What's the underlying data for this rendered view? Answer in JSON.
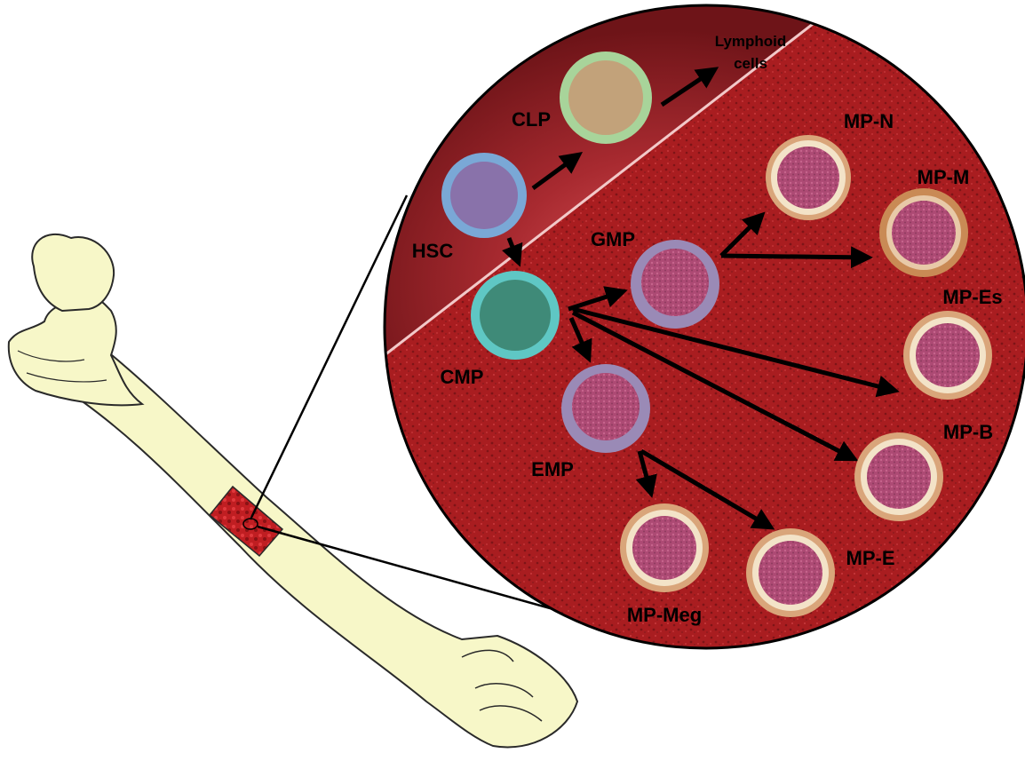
{
  "colors": {
    "bone_fill": "#f7f7c8",
    "bone_outline": "#2a2a2a",
    "marrow_red": "#a91d20",
    "marrow_dark": "#7e1417",
    "upper_region": "#8e1f24",
    "upper_glow": "#d2474c",
    "arrow": "#000000"
  },
  "cells": {
    "hsc": {
      "label": "HSC",
      "membrane": "#7aa8d6",
      "nucleus": "#8a6fa8"
    },
    "clp": {
      "label": "CLP",
      "membrane": "#a8d49a",
      "nucleus": "#c2a27a"
    },
    "cmp": {
      "label": "CMP",
      "membrane": "#5fc7c4",
      "nucleus": "#3f8a78"
    },
    "gmp": {
      "label": "GMP",
      "membrane": "#9a8ab6",
      "nucleus": "#b04d78"
    },
    "emp": {
      "label": "EMP",
      "membrane": "#9a8ab6",
      "nucleus": "#b04d78"
    },
    "mp_n": {
      "label": "MP-N",
      "membrane": "#d9a57a",
      "nucleus": "#b04d78"
    },
    "mp_m": {
      "label": "MP-M",
      "membrane": "#c98a55",
      "nucleus": "#b04d78"
    },
    "mp_es": {
      "label": "MP-Es",
      "membrane": "#d9a57a",
      "nucleus": "#b04d78"
    },
    "mp_b": {
      "label": "MP-B",
      "membrane": "#d9a57a",
      "nucleus": "#b04d78"
    },
    "mp_e": {
      "label": "MP-E",
      "membrane": "#d9a57a",
      "nucleus": "#b04d78"
    },
    "mp_meg": {
      "label": "MP-Meg",
      "membrane": "#d9a57a",
      "nucleus": "#b04d78"
    }
  },
  "lymphoid": {
    "line1": "Lymphoid",
    "line2": "cells"
  }
}
